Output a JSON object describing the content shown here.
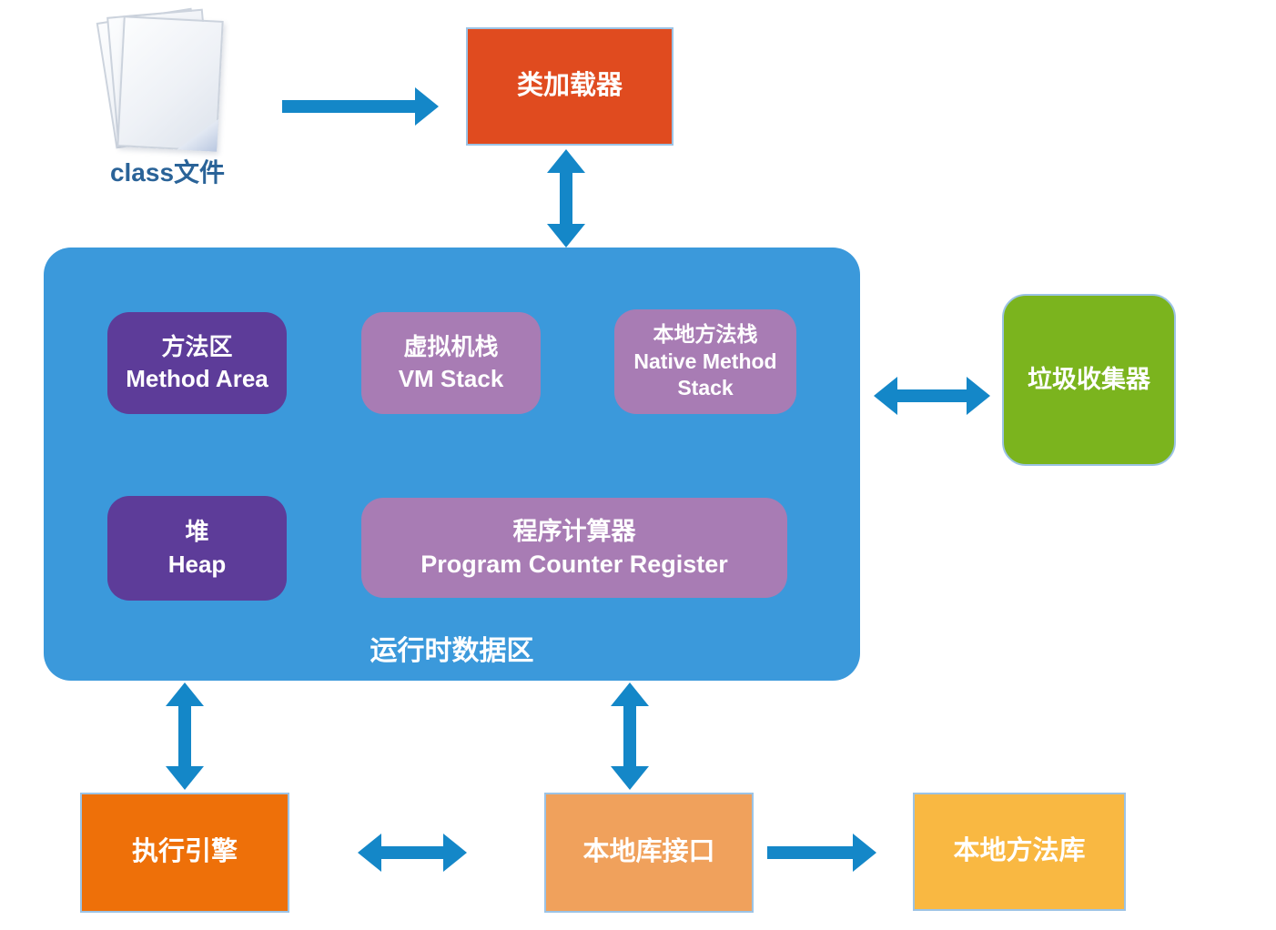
{
  "nodes": {
    "class_file": {
      "label": "class文件"
    },
    "class_loader": {
      "label": "类加载器"
    },
    "runtime_data_area": {
      "label": "运行时数据区"
    },
    "method_area": {
      "label_zh": "方法区",
      "label_en": "Method Area"
    },
    "vm_stack": {
      "label_zh": "虚拟机栈",
      "label_en": "VM Stack"
    },
    "native_method_stack": {
      "label_zh": "本地方法栈",
      "label_en": "Native Method Stack"
    },
    "heap": {
      "label_zh": "堆",
      "label_en": "Heap"
    },
    "program_counter_register": {
      "label_zh": "程序计算器",
      "label_en": "Program Counter Register"
    },
    "garbage_collector": {
      "label": "垃圾收集器"
    },
    "execution_engine": {
      "label": "执行引擎"
    },
    "native_library_interface": {
      "label": "本地库接口"
    },
    "native_method_library": {
      "label": "本地方法库"
    }
  },
  "edges": [
    {
      "from": "class_file",
      "to": "class_loader",
      "type": "single",
      "direction": "right"
    },
    {
      "from": "class_loader",
      "to": "runtime_data_area",
      "type": "double",
      "direction": "vertical"
    },
    {
      "from": "runtime_data_area",
      "to": "garbage_collector",
      "type": "double",
      "direction": "horizontal"
    },
    {
      "from": "runtime_data_area",
      "to": "execution_engine",
      "type": "double",
      "direction": "vertical"
    },
    {
      "from": "runtime_data_area",
      "to": "native_library_interface",
      "type": "double",
      "direction": "vertical"
    },
    {
      "from": "execution_engine",
      "to": "native_library_interface",
      "type": "double",
      "direction": "horizontal"
    },
    {
      "from": "native_library_interface",
      "to": "native_method_library",
      "type": "single",
      "direction": "right"
    }
  ],
  "colors": {
    "arrow_blue": "#1487C8",
    "class_loader_fill": "#E04B1F",
    "runtime_area_fill": "#3B99DB",
    "dark_purple_fill": "#5D3C99",
    "mauve_fill": "#A87CB4",
    "garbage_collector_fill": "#7BB41E",
    "execution_engine_fill": "#EE7009",
    "native_interface_fill": "#F0A15C",
    "native_library_fill": "#F9B842",
    "box_border": "#9CC3E5",
    "class_file_text": "#2A6398"
  }
}
